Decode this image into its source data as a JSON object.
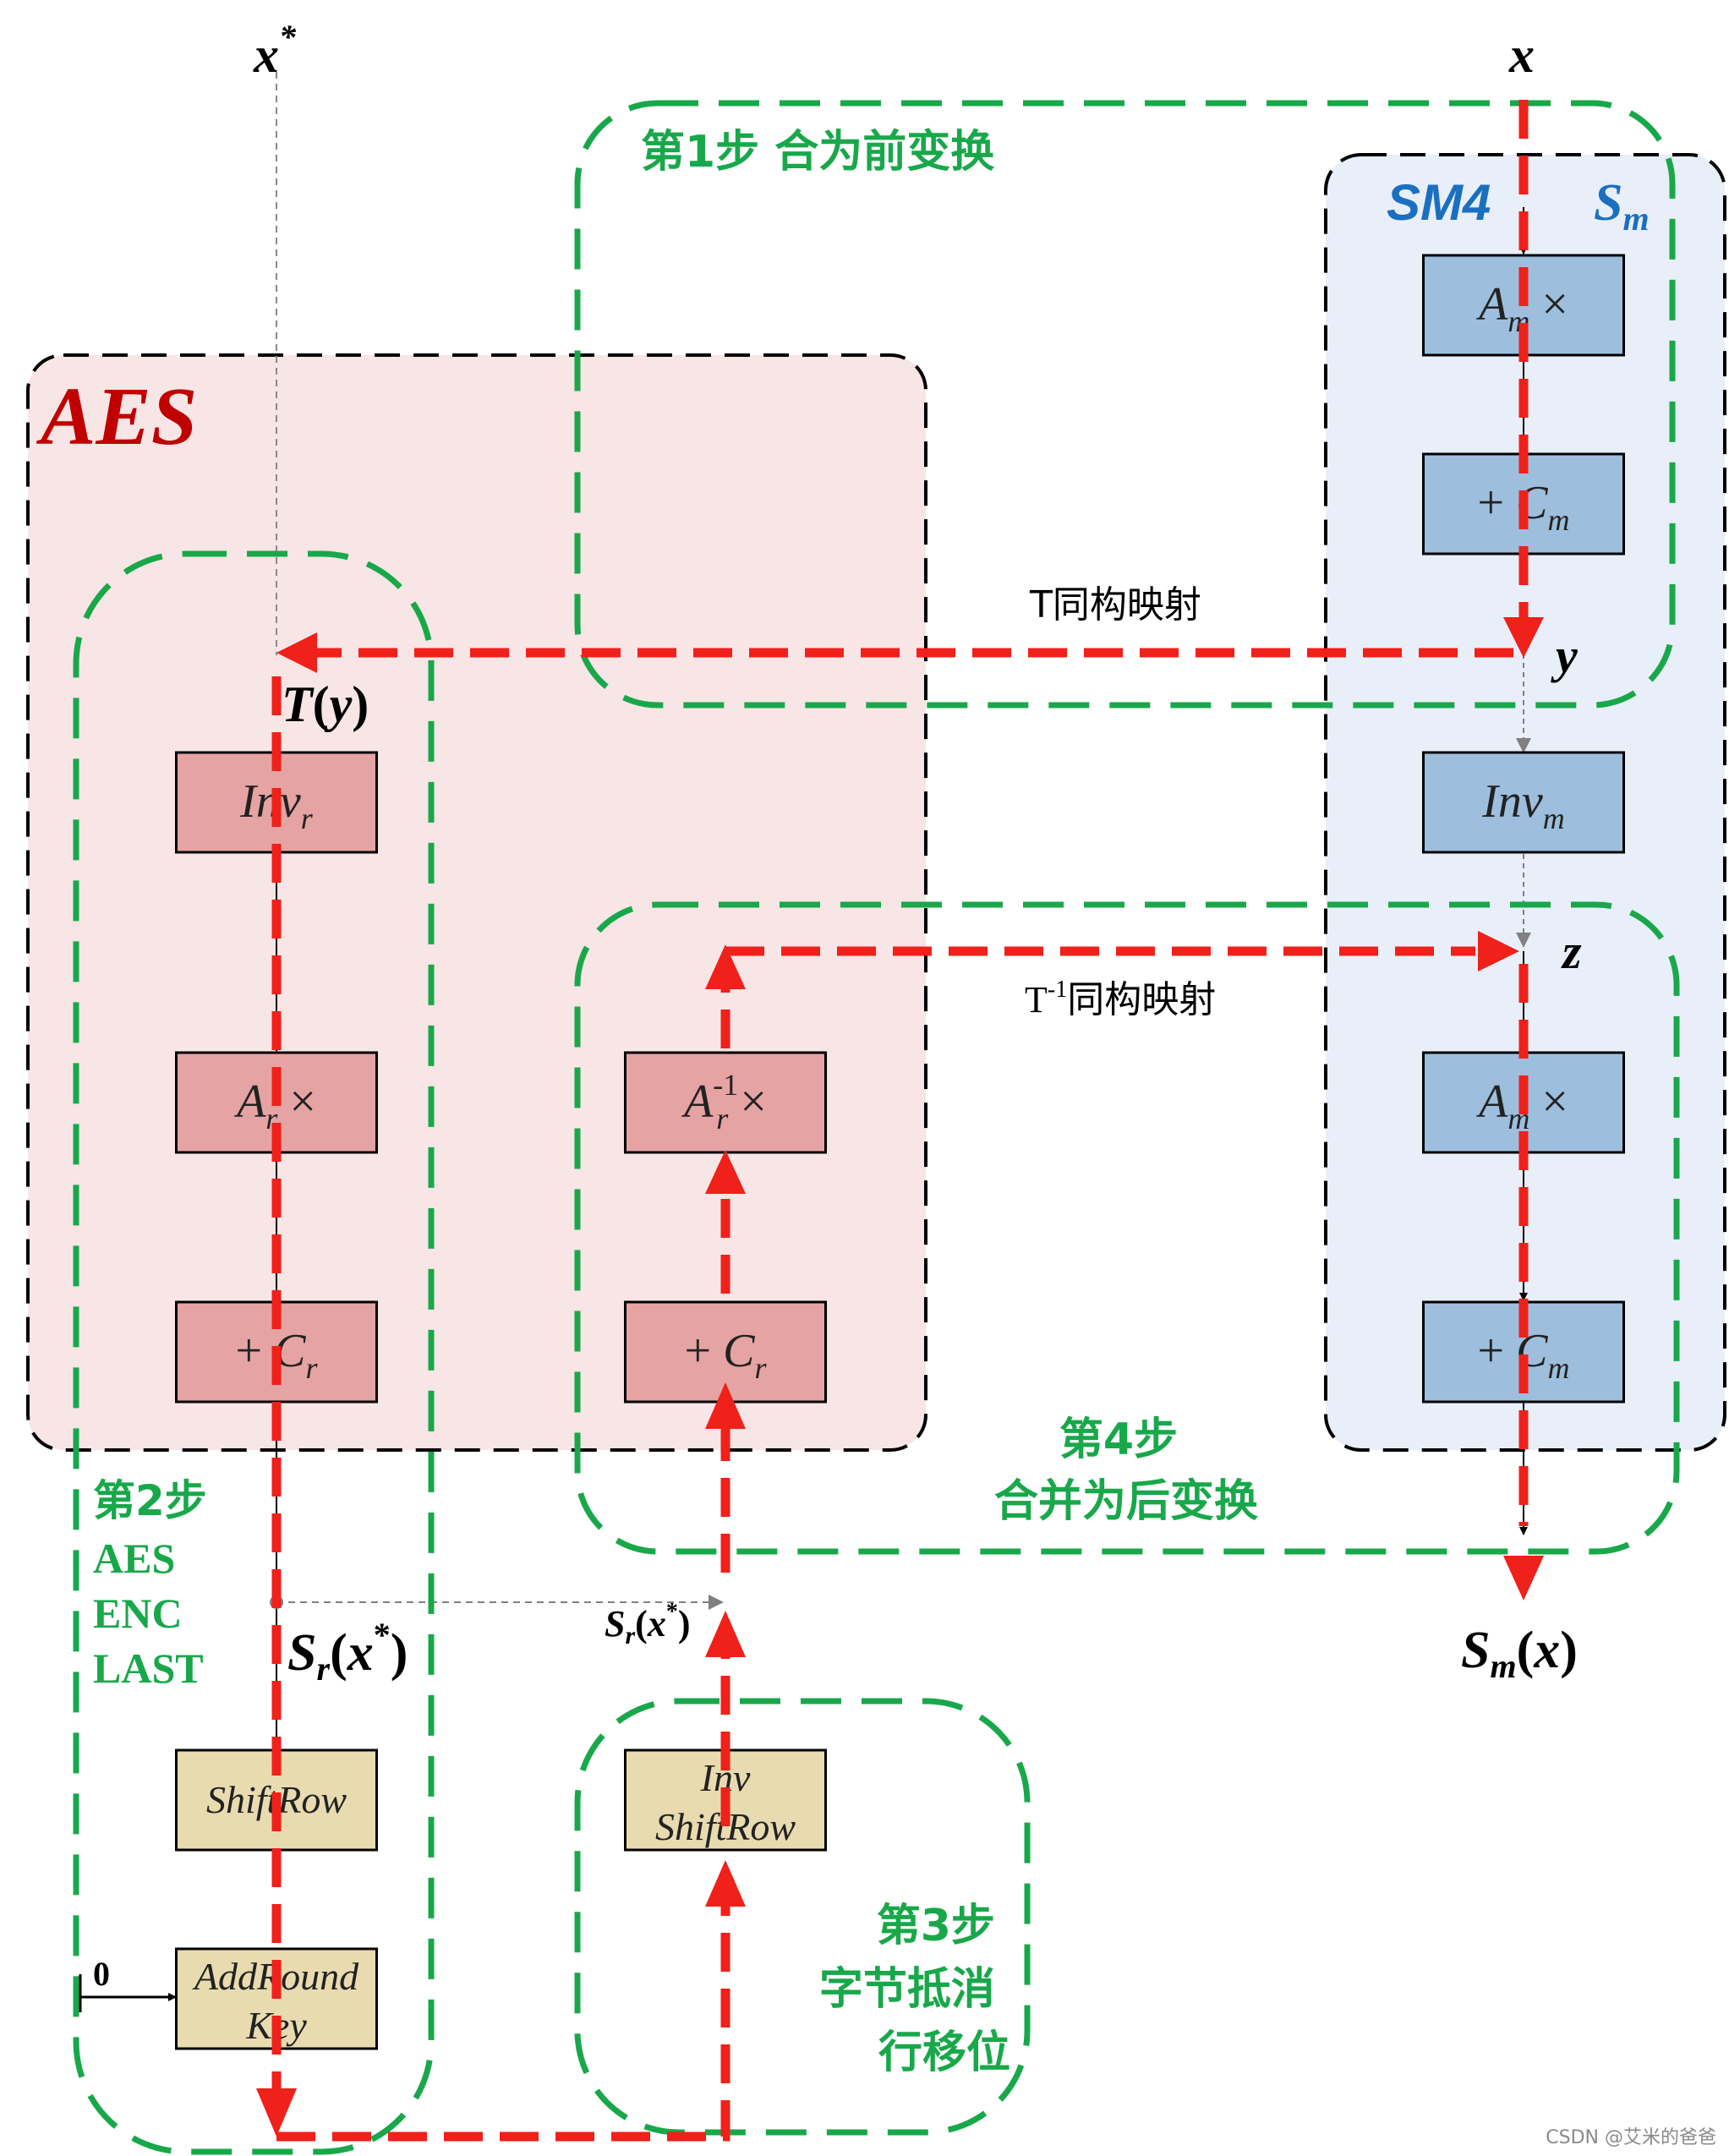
{
  "colors": {
    "aes_fill": "#f8e5e5",
    "sm4_fill": "#e8eff8",
    "aes_box": "#e6a3a3",
    "sm4_box": "#9dbfdd",
    "key_box": "#e9dbb0",
    "green": "#18a84a",
    "red": "#f0201a",
    "aes_title": "#c00000",
    "sm4_title": "#1b6fc0"
  },
  "inputs": {
    "x_star": "x",
    "x_star_sup": "*",
    "x": "x"
  },
  "aes": {
    "title": "AES",
    "inv_r": {
      "base": "Inv",
      "sub": "r"
    },
    "a_r": {
      "base": "A",
      "sub": "r",
      "op": "×"
    },
    "c_r": {
      "op": "+",
      "base": "C",
      "sub": "r"
    },
    "a_inv_r": {
      "base": "A",
      "sup": "-1",
      "sub": "r",
      "op": "×"
    },
    "c_r2": {
      "op": "+",
      "base": "C",
      "sub": "r"
    }
  },
  "sm4": {
    "title": "SM4",
    "sm_label": {
      "base": "S",
      "sub": "m"
    },
    "a_m": {
      "base": "A",
      "sub": "m",
      "op": "×"
    },
    "c_m": {
      "op": "+",
      "base": "C",
      "sub": "m"
    },
    "inv_m": {
      "base": "Inv",
      "sub": "m"
    },
    "a_m2": {
      "base": "A",
      "sub": "m",
      "op": "×"
    },
    "c_m2": {
      "op": "+",
      "base": "C",
      "sub": "m"
    }
  },
  "labels": {
    "y": "y",
    "z": "z",
    "t_y": {
      "f": "T",
      "open": "(",
      "arg": "y",
      "close": ")"
    },
    "t_map": "T同构映射",
    "t_inv_map": {
      "base": "T",
      "sup": "-1",
      "rest": "同构映射"
    },
    "sr_main": {
      "base": "S",
      "sub": "r",
      "open": "(",
      "arg": "x",
      "sup": "*",
      "close": ")"
    },
    "sr_small": {
      "base": "S",
      "sub": "r",
      "open": "(",
      "arg": "x",
      "sup": "*",
      "close": ")"
    },
    "sm_out": {
      "base": "S",
      "sub": "m",
      "open": "(",
      "arg": "x",
      "close": ")"
    },
    "zero": "0"
  },
  "steps": {
    "step1": "第1步 合为前变换",
    "step2": [
      "第2步",
      "AES",
      "ENC",
      "LAST"
    ],
    "step3": [
      "第3步",
      "字节抵消",
      "行移位"
    ],
    "step4": [
      "第4步",
      "合并为后变换"
    ]
  },
  "blocks": {
    "shiftrow": "ShiftRow",
    "addroundkey": [
      "AddRound",
      "Key"
    ],
    "inv_shiftrow": [
      "Inv",
      "ShiftRow"
    ]
  },
  "watermark": "CSDN @艾米的爸爸"
}
